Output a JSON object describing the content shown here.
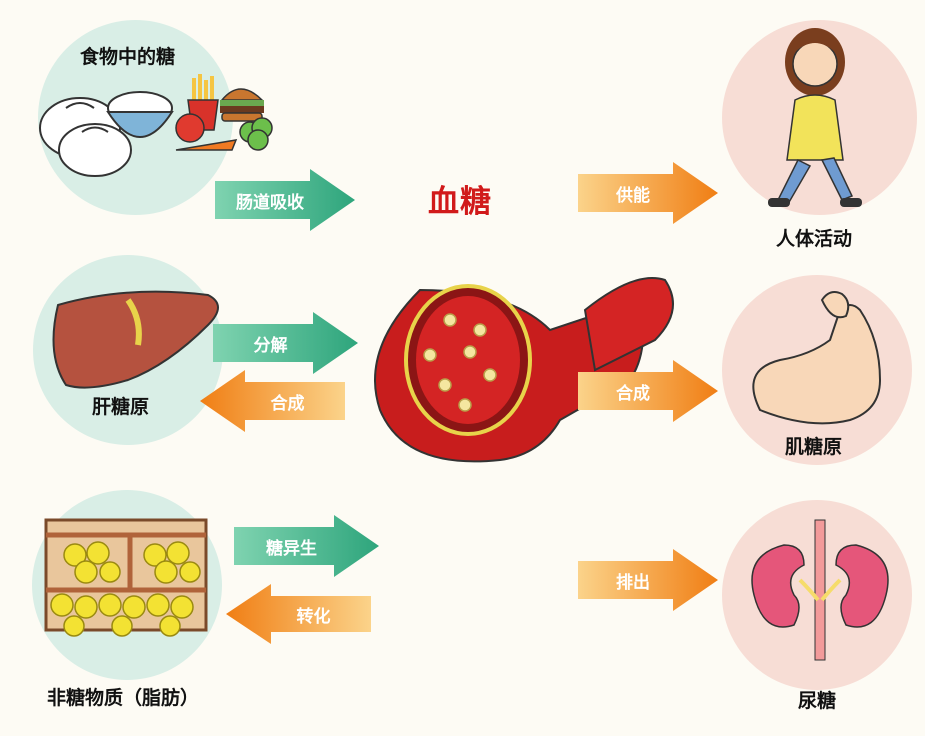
{
  "center": {
    "title": "血糖"
  },
  "sources": {
    "food": "食物中的糖",
    "liver": "肝糖原",
    "nonsugar": "非糖物质（脂肪）"
  },
  "targets": {
    "activity": "人体活动",
    "muscle": "肌糖原",
    "urine": "尿糖"
  },
  "arrows": {
    "absorb": "肠道吸收",
    "decompose": "分解",
    "synth_liver": "合成",
    "gluconeo": "糖异生",
    "convert": "转化",
    "supply": "供能",
    "synth_muscle": "合成",
    "excrete": "排出"
  },
  "colors": {
    "green_circle": "#d9eee6",
    "pink_circle": "#f7ddd5",
    "green_arrow": "#35b38a",
    "orange_arrow": "#f08a1c",
    "title_red": "#d11a1a"
  }
}
